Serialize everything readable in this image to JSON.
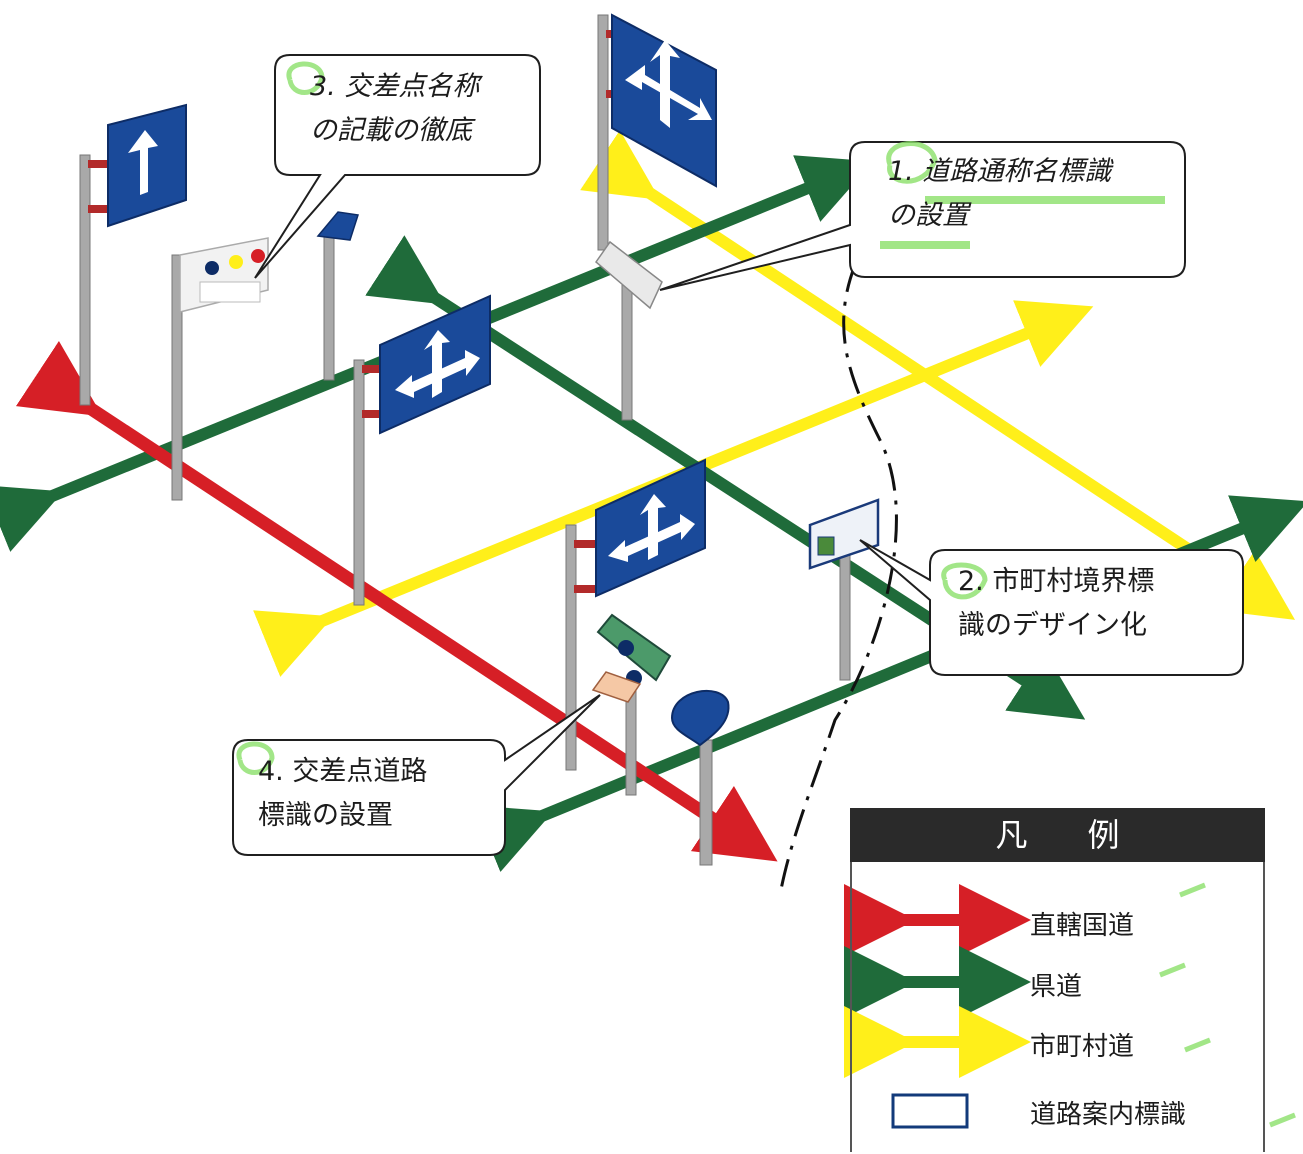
{
  "callouts": [
    {
      "line1": "1. 道路通称名標識",
      "line2": "の設置"
    },
    {
      "line1": "2. 市町村境界標",
      "line2": "識のデザイン化"
    },
    {
      "line1": "3. 交差点名称",
      "line2": "の記載の徹底"
    },
    {
      "line1": "4. 交差点道路",
      "line2": "標識の設置"
    }
  ],
  "legend": {
    "title": "凡例",
    "items": [
      {
        "label": "直轄国道",
        "color": "#d61f26"
      },
      {
        "label": "県道",
        "color": "#1f6b3a"
      },
      {
        "label": "市町村道",
        "color": "#ffef1a"
      },
      {
        "label": "道路案内標識",
        "color": "#123a7a"
      }
    ]
  },
  "colors": {
    "sign_blue": "#1a4a9a",
    "pole_gray": "#a9a9a9",
    "highlight": "#8be06a"
  }
}
